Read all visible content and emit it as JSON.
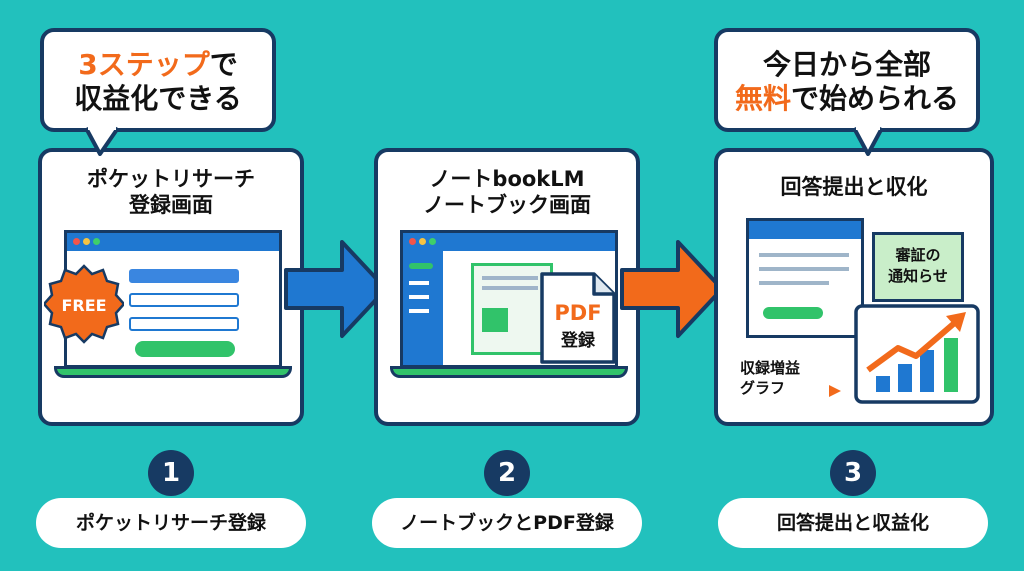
{
  "bubble_left": {
    "highlight": "3ステップ",
    "rest": "で",
    "line2": "収益化できる"
  },
  "bubble_right": {
    "line1": "今日から全部",
    "highlight": "無料",
    "rest": "で始められる"
  },
  "steps": [
    {
      "number": "1",
      "card_title_line1": "ポケットリサーチ",
      "card_title_line2": "登録画面",
      "badge": "FREE",
      "label": "ポケットリサーチ登録"
    },
    {
      "number": "2",
      "card_title_line1": "ノートbookLM",
      "card_title_line2": "ノートブック画面",
      "pdf_line1": "PDF",
      "pdf_line2": "登録",
      "label": "ノートブックとPDF登録"
    },
    {
      "number": "3",
      "card_title_line1": "回答提出と収化",
      "notice_line1": "審証の",
      "notice_line2": "通知らせ",
      "graph_line1": "収録増益",
      "graph_line2": "グラフ",
      "label": "回答提出と収益化"
    }
  ],
  "colors": {
    "background": "#22c1bd",
    "navy": "#173a63",
    "blue": "#1f78d1",
    "orange": "#f26a1b",
    "green": "#31c36a"
  }
}
